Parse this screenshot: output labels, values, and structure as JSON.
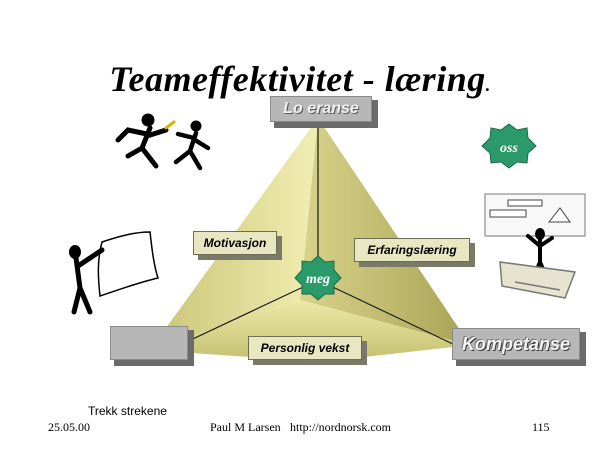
{
  "title": "Teameffektivitet - læring",
  "title_dot": ".",
  "corners": {
    "top": "Lo   eranse",
    "right": "Kompetanse",
    "left": ""
  },
  "labels": {
    "motivation": "Motivasjon",
    "experience": "Erfaringslæring",
    "growth": "Personlig vekst"
  },
  "badges": {
    "center": "meg",
    "top_right": "oss"
  },
  "note": "Trekk strekene",
  "footer": {
    "date": "25.05.00",
    "author": "Paul M Larsen",
    "url": "http://nordnorsk.com",
    "page": "115"
  },
  "colors": {
    "pyramid_light": "#f2efb0",
    "pyramid_dark": "#b8b35a",
    "badge_green": "#2a9a6a",
    "label_box": "#e9e7c2"
  }
}
